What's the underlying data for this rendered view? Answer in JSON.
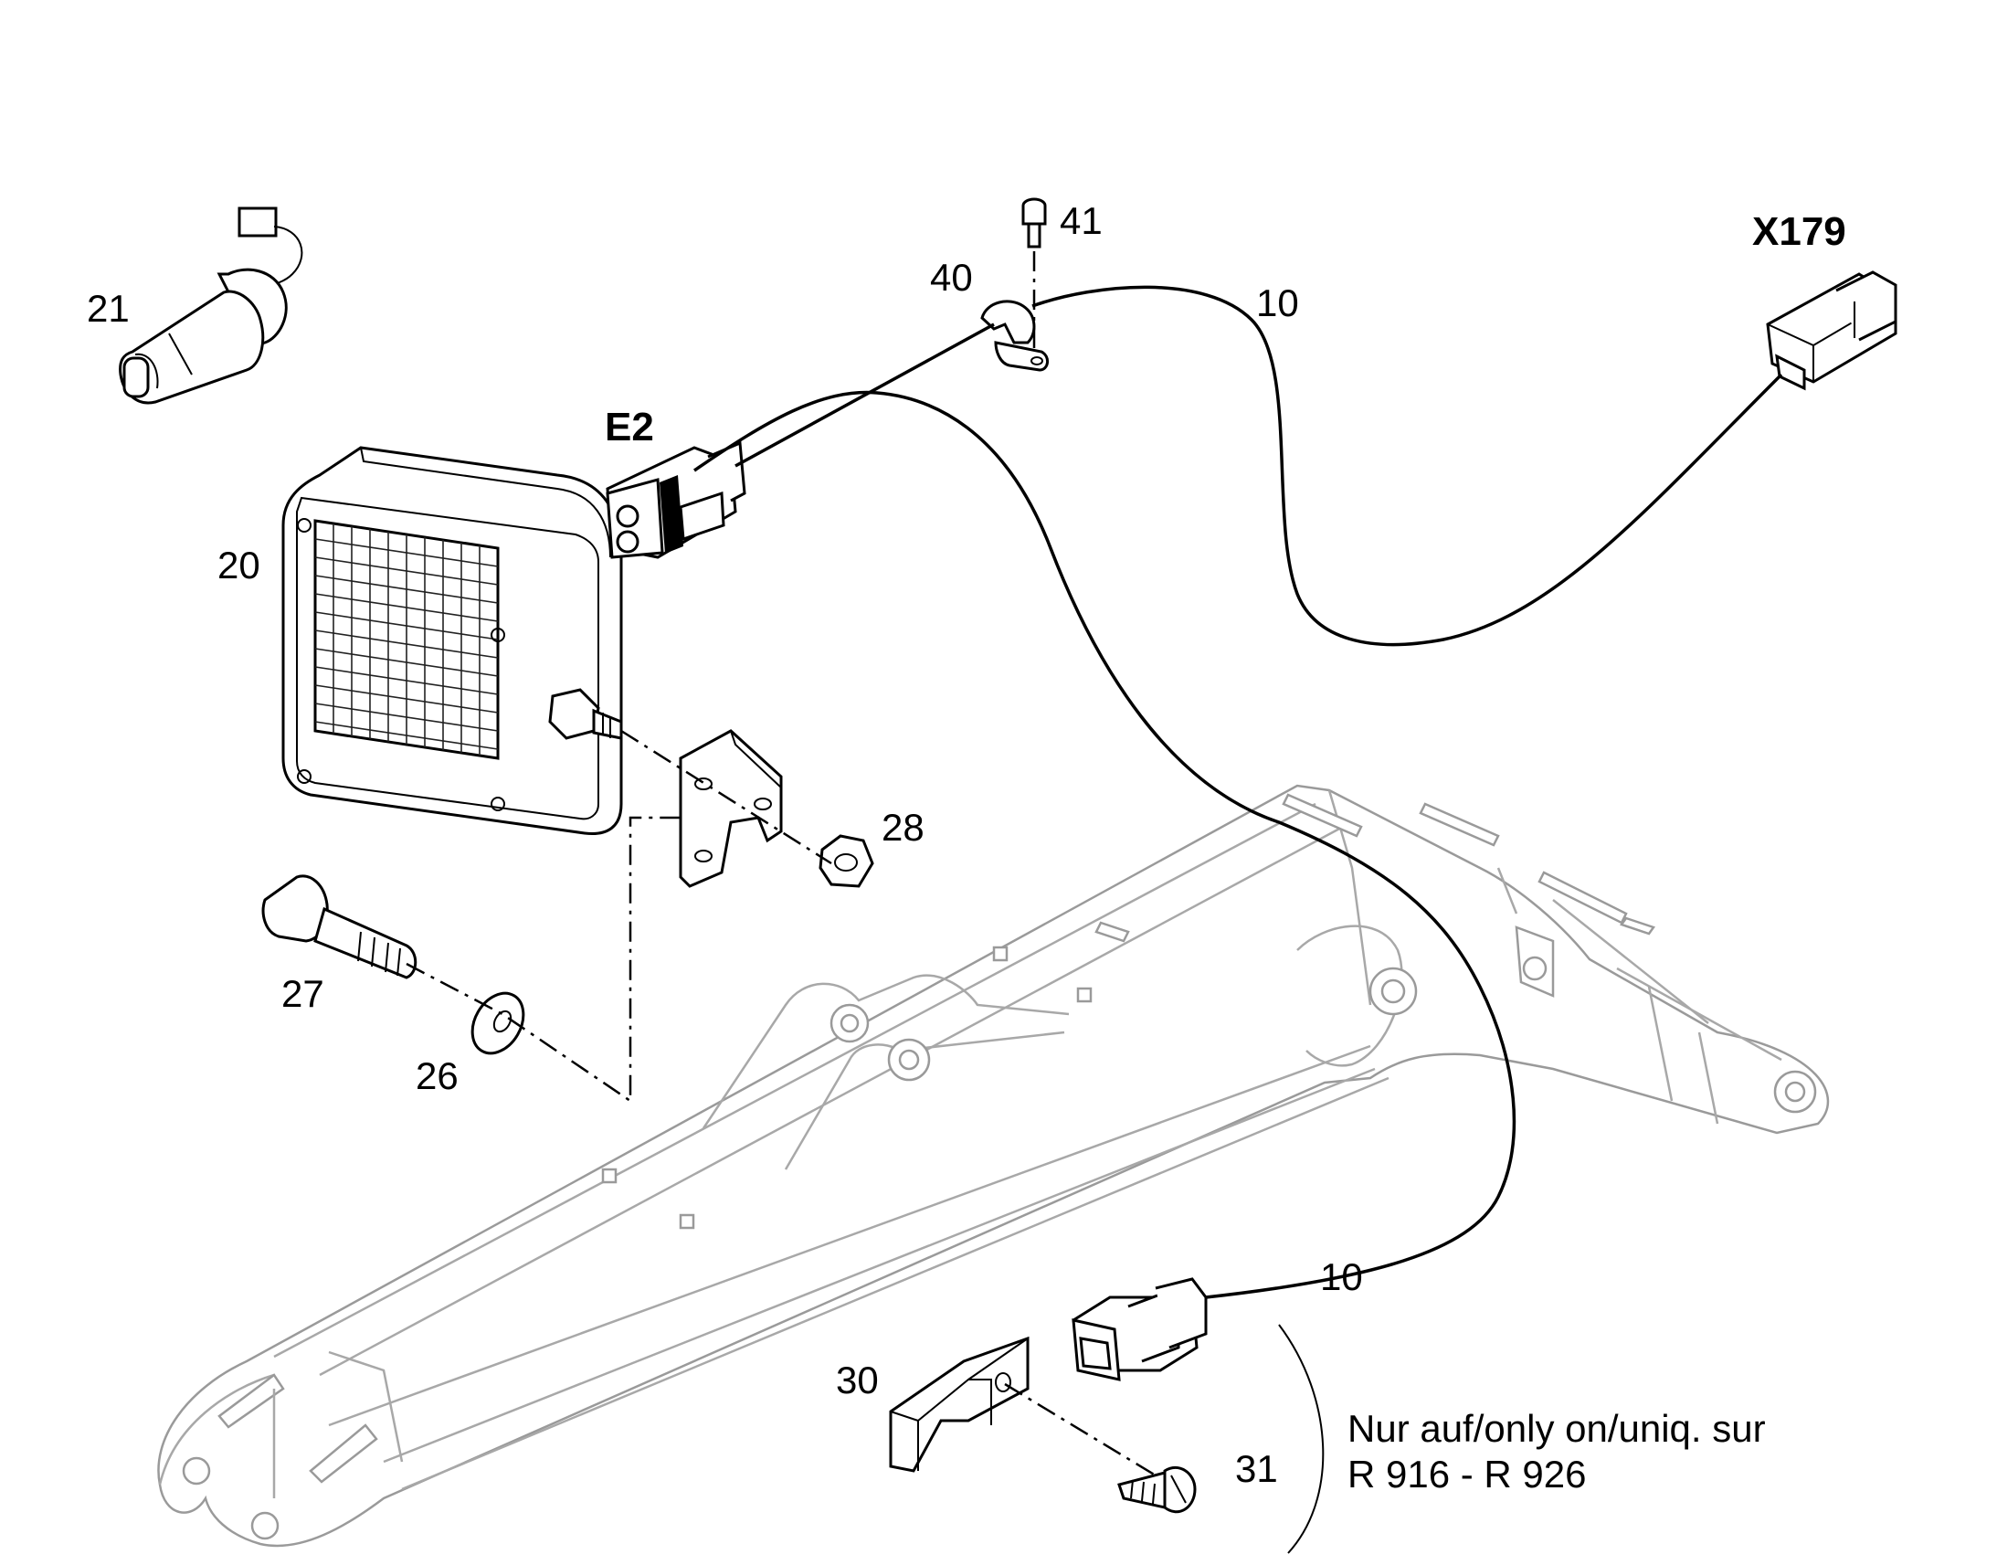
{
  "callouts": {
    "c21": "21",
    "c20": "20",
    "cE2": "E2",
    "c40": "40",
    "c41": "41",
    "c10a": "10",
    "cX179": "X179",
    "c28": "28",
    "c27": "27",
    "c26": "26",
    "c10b": "10",
    "c30": "30",
    "c31": "31"
  },
  "note": {
    "line1": "Nur auf/only on/uniq. sur",
    "line2": "R 916 - R 926"
  }
}
